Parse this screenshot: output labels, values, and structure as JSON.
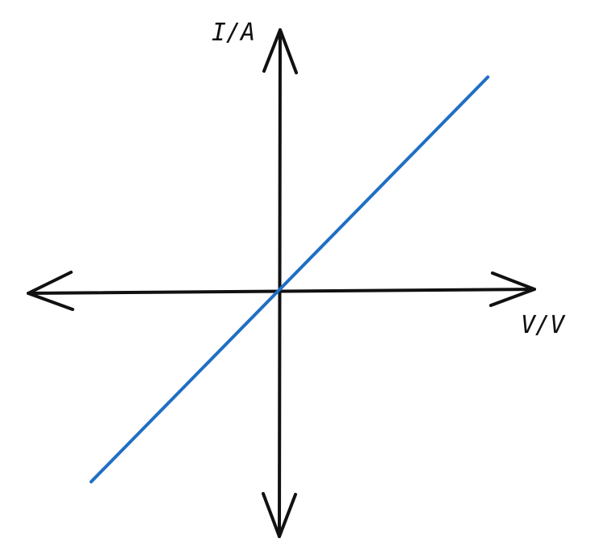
{
  "chart_data": {
    "type": "line",
    "xlabel": "V/V",
    "ylabel": "I/A",
    "axes_through_origin": true,
    "x_arrows_both_directions": true,
    "y_arrows_both_directions": true,
    "grid": false,
    "xlim": [
      -1,
      1
    ],
    "ylim": [
      -1,
      1
    ],
    "series": [
      {
        "color": "#1f6fc4",
        "x": [
          -0.74,
          0.82
        ],
        "y": [
          -0.75,
          0.84
        ]
      }
    ]
  }
}
